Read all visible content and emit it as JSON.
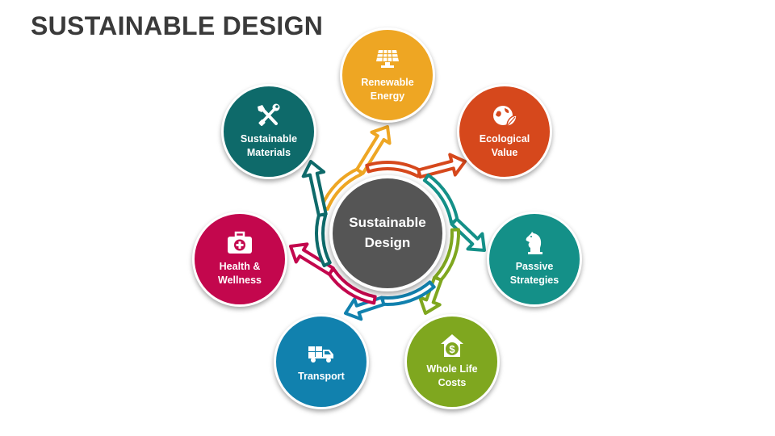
{
  "title": "SUSTAINABLE DESIGN",
  "center": {
    "label": "Sustainable\nDesign",
    "color": "#555555"
  },
  "nodes": [
    {
      "id": "renewable-energy",
      "label": "Renewable\nEnergy",
      "color": "#EEA623",
      "icon": "solar-panel-icon"
    },
    {
      "id": "ecological-value",
      "label": "Ecological\nValue",
      "color": "#D6481C",
      "icon": "globe-leaf-icon"
    },
    {
      "id": "passive-strategies",
      "label": "Passive\nStrategies",
      "color": "#149088",
      "icon": "chess-knight-icon"
    },
    {
      "id": "whole-life-costs",
      "label": "Whole Life\nCosts",
      "color": "#7FA71F",
      "icon": "house-dollar-icon"
    },
    {
      "id": "transport",
      "label": "Transport",
      "color": "#1181AE",
      "icon": "truck-icon"
    },
    {
      "id": "health-wellness",
      "label": "Health &\nWellness",
      "color": "#C3074D",
      "icon": "first-aid-kit-icon"
    },
    {
      "id": "sustainable-materials",
      "label": "Sustainable\nMaterials",
      "color": "#0E6A6A",
      "icon": "tools-icon"
    }
  ]
}
